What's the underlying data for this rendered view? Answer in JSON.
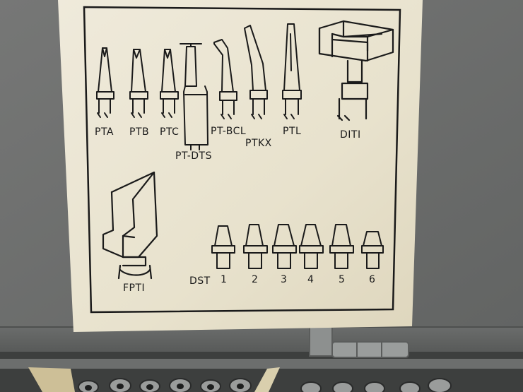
{
  "labels": {
    "pta": "PTA",
    "ptb": "PTB",
    "ptc": "PTC",
    "pt_dts": "PT-DTS",
    "pt_bcl": "PT-BCL",
    "ptkx": "PTKX",
    "ptl": "PTL",
    "diti": "DITI",
    "fpti": "FPTI",
    "dst": "DST",
    "dst_sizes": [
      "1",
      "2",
      "3",
      "4",
      "5",
      "6"
    ]
  },
  "colors": {
    "case_grey": "#6e6f6e",
    "paper": "#ebe6d4",
    "ink": "#1a1a1a",
    "hinge": "#8d908f"
  }
}
